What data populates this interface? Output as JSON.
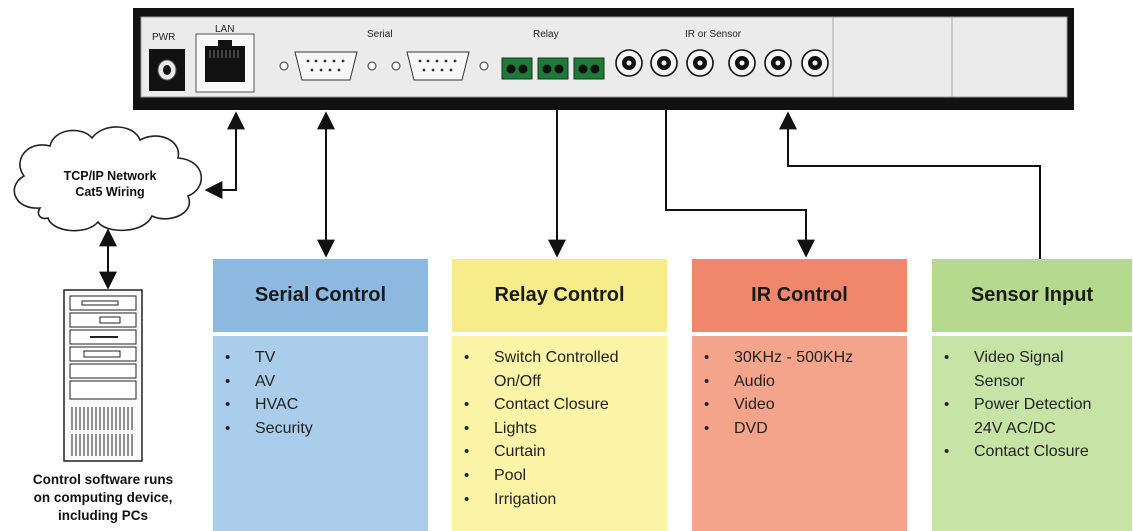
{
  "panel": {
    "pwr_label": "PWR",
    "lan_label": "LAN",
    "serial_label": "Serial",
    "relay_label": "Relay",
    "ir_label": "IR or Sensor"
  },
  "network": {
    "line1": "TCP/IP Network",
    "line2": "Cat5 Wiring"
  },
  "computer": {
    "caption_line1": "Control software runs",
    "caption_line2": "on computing device,",
    "caption_line3": "including PCs"
  },
  "boxes": [
    {
      "title": "Serial Control",
      "header_color": "#8db8e0",
      "body_color": "#a9cdea",
      "items": [
        "TV",
        "AV",
        "HVAC",
        "Security"
      ]
    },
    {
      "title": "Relay Control",
      "header_color": "#f7ec8a",
      "body_color": "#fbf3a6",
      "items": [
        "Switch Controlled",
        "On/Off",
        "Contact Closure",
        "Lights",
        "Curtain",
        "Pool",
        "Irrigation"
      ]
    },
    {
      "title": "IR Control",
      "header_color": "#f0876c",
      "body_color": "#f5a48c",
      "items": [
        "30KHz - 500KHz",
        "Audio",
        "Video",
        "DVD"
      ]
    },
    {
      "title": "Sensor Input",
      "header_color": "#b5d98d",
      "body_color": "#c8e3a6",
      "items": [
        "Video Signal",
        "Sensor",
        "Power Detection",
        "24V AC/DC",
        "Contact Closure"
      ]
    }
  ]
}
